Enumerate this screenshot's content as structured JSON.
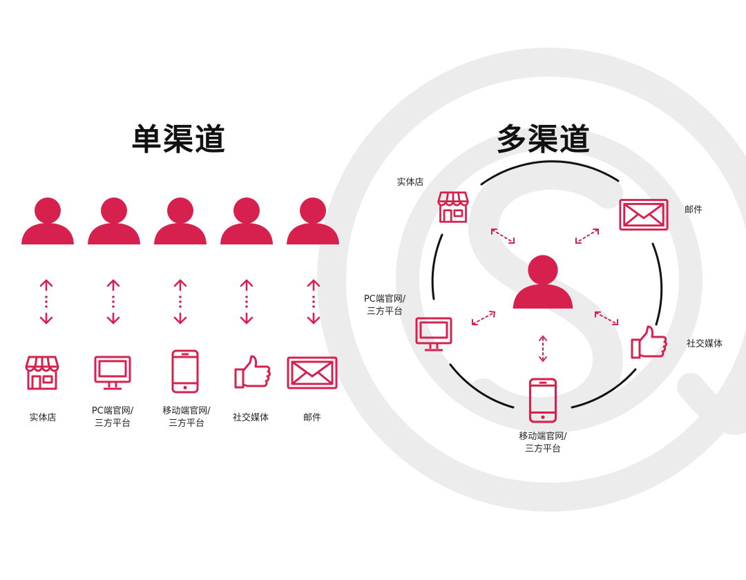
{
  "colors": {
    "accent": "#d6214f",
    "background_mark": "#ececec",
    "ring": "#111111"
  },
  "single_channel": {
    "title": "单渠道",
    "channels": [
      {
        "icon": "storefront-icon",
        "label_lines": [
          "实体店"
        ]
      },
      {
        "icon": "monitor-icon",
        "label_lines": [
          "PC端官网/",
          "三方平台"
        ]
      },
      {
        "icon": "smartphone-icon",
        "label_lines": [
          "移动端官网/",
          "三方平台"
        ]
      },
      {
        "icon": "thumbs-up-icon",
        "label_lines": [
          "社交媒体"
        ]
      },
      {
        "icon": "envelope-icon",
        "label_lines": [
          "邮件"
        ]
      }
    ]
  },
  "multi_channel": {
    "title": "多渠道",
    "center_icon": "person-icon",
    "channels": [
      {
        "icon": "storefront-icon",
        "label_lines": [
          "实体店"
        ]
      },
      {
        "icon": "envelope-icon",
        "label_lines": [
          "邮件"
        ]
      },
      {
        "icon": "monitor-icon",
        "label_lines": [
          "PC端官网/",
          "三方平台"
        ]
      },
      {
        "icon": "thumbs-up-icon",
        "label_lines": [
          "社交媒体"
        ]
      },
      {
        "icon": "smartphone-icon",
        "label_lines": [
          "移动端官网/",
          "三方平台"
        ]
      }
    ]
  }
}
